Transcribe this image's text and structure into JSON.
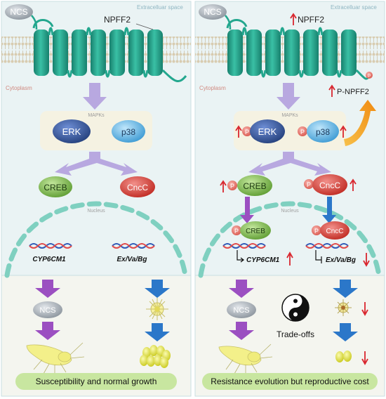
{
  "colors": {
    "panel_bg": "#eaf3f4",
    "panel_border": "#c9dfe2",
    "bottom_bg": "#f4f5ef",
    "membrane_head": "#e8dfc9",
    "receptor": "#23a78e",
    "receptor_dark": "#17806d",
    "mapk_box": "#f5f2e2",
    "erk": "#2f4c8f",
    "p38": "#4aa6d8",
    "creb": "#79b84a",
    "cncc": "#d9463a",
    "phospho": "#e8776e",
    "nucleus_dash": "#7fd0c0",
    "arrow_lilac": "#b8a8e0",
    "arrow_purple": "#9b4fc1",
    "arrow_blue": "#2b77c9",
    "arrow_orange": "#f4a020",
    "up_red": "#d9262e",
    "ncs_gray": "#9aa3ad",
    "aphid": "#f3f08a",
    "eggs": "#eaea30",
    "caption_bg": "#c8e6a0"
  },
  "left": {
    "ncs": "NCS",
    "npff2": "NPFF2",
    "extracellular": "Extracelluar space",
    "cytoplasm": "Cytoplasm",
    "mapks": "MAPKs",
    "erk": "ERK",
    "p38": "p38",
    "creb": "CREB",
    "cncc": "CncC",
    "nucleus": "Nucleus",
    "gene1": "CYP6CM1",
    "gene2": "Ex/Va/Bg",
    "ncs_bottom": "NCS",
    "caption": "Susceptibility and normal growth"
  },
  "right": {
    "ncs": "NCS",
    "npff2": "NPFF2",
    "extracellular": "Extracelluar space",
    "cytoplasm": "Cytoplasm",
    "p_npff2": "P-NPFF2",
    "p_label": "P",
    "mapks": "MAPKs",
    "erk": "ERK",
    "p38": "p38",
    "creb": "CREB",
    "cncc": "CncC",
    "nucleus": "Nucleus",
    "gene1": "CYP6CM1",
    "gene2": "Ex/Va/Bg",
    "ncs_bottom": "NCS",
    "tradeoffs": "Trade-offs",
    "caption": "Resistance evolution but reproductive cost"
  },
  "icons": {
    "up_arrow": "up-arrow-icon",
    "down_arrow": "down-arrow-icon",
    "yin_yang": "yin-yang-icon",
    "aphid": "aphid-icon",
    "egg_cluster": "egg-cluster-icon",
    "ovary": "ovary-icon"
  }
}
